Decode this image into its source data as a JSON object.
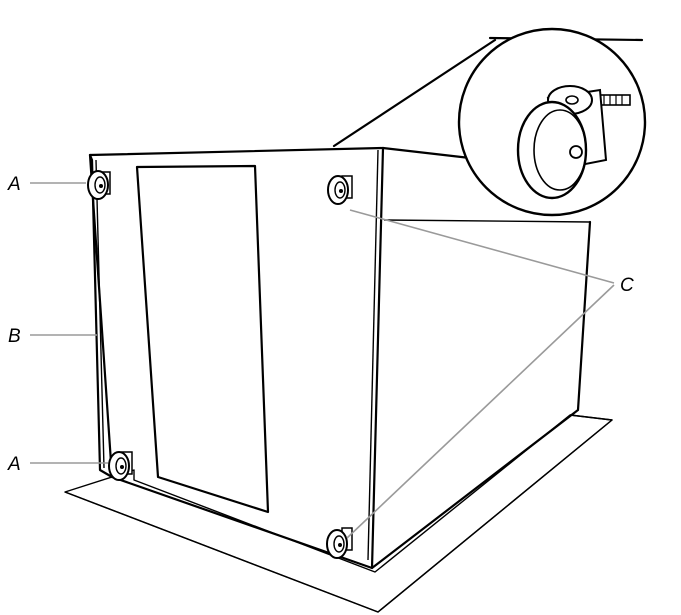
{
  "labels": {
    "caster_label_top": "A",
    "caster_label_bottom": "A",
    "back_panel_label": "B",
    "side_caster_label": "C"
  },
  "colors": {
    "line": "#000000",
    "leader": "#9a9a9a",
    "background": "#ffffff"
  },
  "icons": [
    "caster-wheel-icon",
    "caster-detail-icon"
  ]
}
